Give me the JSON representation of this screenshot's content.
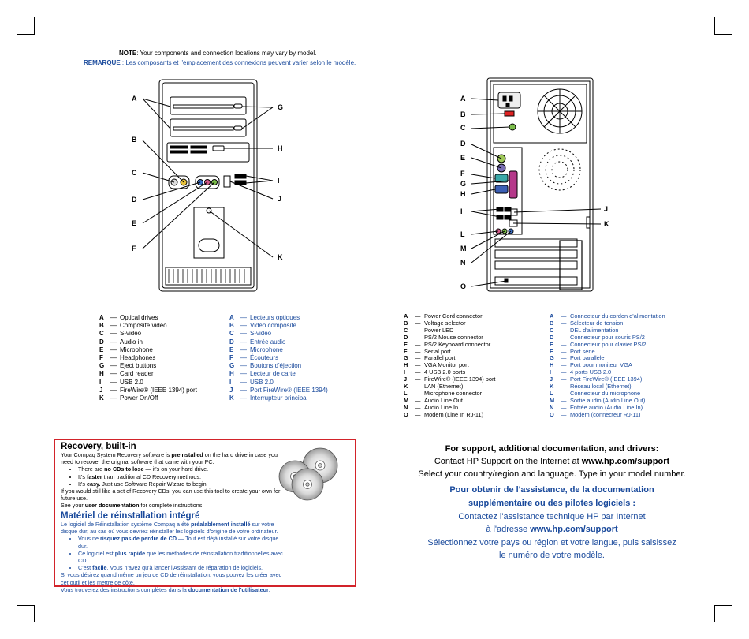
{
  "note": {
    "en_label": "NOTE",
    "en_text": ": Your components and connection locations may vary by model.",
    "fr_label": "REMARQUE",
    "fr_text": " : Les composants et l'emplacement des connexions peuvent varier selon le modèle."
  },
  "front_labels": [
    "A",
    "B",
    "C",
    "D",
    "E",
    "F",
    "G",
    "H",
    "I",
    "J",
    "K"
  ],
  "back_labels": [
    "A",
    "B",
    "C",
    "D",
    "E",
    "F",
    "G",
    "H",
    "I",
    "J",
    "K",
    "L",
    "M",
    "N",
    "O"
  ],
  "front_legend_en": [
    {
      "k": "A",
      "t": "Optical drives"
    },
    {
      "k": "B",
      "t": "Composite video"
    },
    {
      "k": "C",
      "t": "S-video"
    },
    {
      "k": "D",
      "t": "Audio in"
    },
    {
      "k": "E",
      "t": "Microphone"
    },
    {
      "k": "F",
      "t": "Headphones"
    },
    {
      "k": "G",
      "t": "Eject buttons"
    },
    {
      "k": "H",
      "t": "Card reader"
    },
    {
      "k": "I",
      "t": "USB 2.0"
    },
    {
      "k": "J",
      "t": "FireWire® (IEEE 1394) port"
    },
    {
      "k": "K",
      "t": "Power On/Off"
    }
  ],
  "front_legend_fr": [
    {
      "k": "A",
      "t": "Lecteurs optiques"
    },
    {
      "k": "B",
      "t": "Vidéo composite"
    },
    {
      "k": "C",
      "t": "S-vidéo"
    },
    {
      "k": "D",
      "t": "Entrée audio"
    },
    {
      "k": "E",
      "t": "Microphone"
    },
    {
      "k": "F",
      "t": "Écouteurs"
    },
    {
      "k": "G",
      "t": "Boutons d'éjection"
    },
    {
      "k": "H",
      "t": "Lecteur de carte"
    },
    {
      "k": "I",
      "t": "USB 2.0"
    },
    {
      "k": "J",
      "t": "Port FireWire® (IEEE 1394)"
    },
    {
      "k": "K",
      "t": "Interrupteur principal"
    }
  ],
  "back_legend_en": [
    {
      "k": "A",
      "t": "Power Cord connector"
    },
    {
      "k": "B",
      "t": "Voltage selector"
    },
    {
      "k": "C",
      "t": "Power LED"
    },
    {
      "k": "D",
      "t": "PS/2 Mouse connector"
    },
    {
      "k": "E",
      "t": "PS/2 Keyboard connector"
    },
    {
      "k": "F",
      "t": "Serial port"
    },
    {
      "k": "G",
      "t": "Parallel port"
    },
    {
      "k": "H",
      "t": "VGA Monitor port"
    },
    {
      "k": "I",
      "t": "4 USB 2.0 ports"
    },
    {
      "k": "J",
      "t": "FireWire® (IEEE 1394) port"
    },
    {
      "k": "K",
      "t": "LAN (Ethernet)"
    },
    {
      "k": "L",
      "t": "Microphone connector"
    },
    {
      "k": "M",
      "t": "Audio Line Out"
    },
    {
      "k": "N",
      "t": "Audio Line In"
    },
    {
      "k": "O",
      "t": "Modem (Line In RJ-11)"
    }
  ],
  "back_legend_fr": [
    {
      "k": "A",
      "t": "Connecteur du cordon d'alimentation"
    },
    {
      "k": "B",
      "t": "Sélecteur de tension"
    },
    {
      "k": "C",
      "t": "DEL d'alimentation"
    },
    {
      "k": "D",
      "t": "Connecteur pour souris PS/2"
    },
    {
      "k": "E",
      "t": "Connecteur pour clavier PS/2"
    },
    {
      "k": "F",
      "t": "Port série"
    },
    {
      "k": "G",
      "t": "Port parallèle"
    },
    {
      "k": "H",
      "t": "Port pour moniteur VGA"
    },
    {
      "k": "I",
      "t": "4 ports USB 2.0"
    },
    {
      "k": "J",
      "t": "Port FireWire® (IEEE 1394)"
    },
    {
      "k": "K",
      "t": "Réseau local (Ethernet)"
    },
    {
      "k": "L",
      "t": "Connecteur du microphone"
    },
    {
      "k": "M",
      "t": "Sortie audio (Audio Line Out)"
    },
    {
      "k": "N",
      "t": "Entrée audio (Audio Line In)"
    },
    {
      "k": "O",
      "t": "Modem (connecteur RJ-11)"
    }
  ],
  "dash": "—",
  "recovery_en": {
    "title": "Recovery, built-in",
    "p1a": "Your Compaq System Recovery software is ",
    "p1b": "preinstalled",
    "p1c": " on the hard drive in case you need to recover the original software that came with your PC.",
    "b1a": "There are ",
    "b1b": "no CDs to lose",
    "b1c": " — it's on your hard drive.",
    "b2a": "It's ",
    "b2b": "faster",
    "b2c": " than traditional CD Recovery methods.",
    "b3a": "It's ",
    "b3b": "easy.",
    "b3c": " Just use Software Repair Wizard to begin.",
    "p2": "If you would still like a set of Recovery CDs, you can use this tool to create your own for future use.",
    "p3a": "See your ",
    "p3b": "user documentation",
    "p3c": " for complete instructions."
  },
  "recovery_fr": {
    "title": "Matériel de réinstallation intégré",
    "p1a": "Le logiciel de Réinstallation système Compaq a été ",
    "p1b": "préalablement installé",
    "p1c": " sur votre disque dur, au cas où vous devriez réinstaller les logiciels d'origine de votre ordinateur.",
    "b1a": "Vous ne ",
    "b1b": "risquez pas de perdre de CD",
    "b1c": " — Tout est déjà installé sur votre disque dur.",
    "b2a": "Ce logiciel est ",
    "b2b": "plus rapide",
    "b2c": " que les méthodes de réinstallation traditionnelles avec CD.",
    "b3a": "C'est ",
    "b3b": "facile",
    "b3c": ". Vous n'avez qu'à lancer l'Assistant de réparation de logiciels.",
    "p2": "Si vous désirez quand même un jeu de CD de réinstallation, vous pouvez les créer avec cet outil et les mettre de côté.",
    "p3a": "Vous trouverez des instructions complètes dans la ",
    "p3b": "documentation de l'utilisateur",
    "p3c": "."
  },
  "support_en": {
    "heading": "For support, additional documentation, and drivers:",
    "line1a": "Contact HP Support on the Internet at ",
    "line1b": "www.hp.com/support",
    "line2": "Select your country/region and language. Type in your model number."
  },
  "support_fr": {
    "heading1": "Pour obtenir de l'assistance, de la documentation",
    "heading2": "supplémentaire ou des pilotes logiciels :",
    "line1": "Contactez l'assistance technique HP par Internet",
    "line2a": "à l'adresse ",
    "line2b": "www.hp.com/support",
    "line3": "Sélectionnez votre pays ou région et votre langue, puis saisissez",
    "line4": "le numéro de votre modèle."
  },
  "colors": {
    "accent_blue": "#1a4a9c",
    "box_red": "#d2232a"
  }
}
